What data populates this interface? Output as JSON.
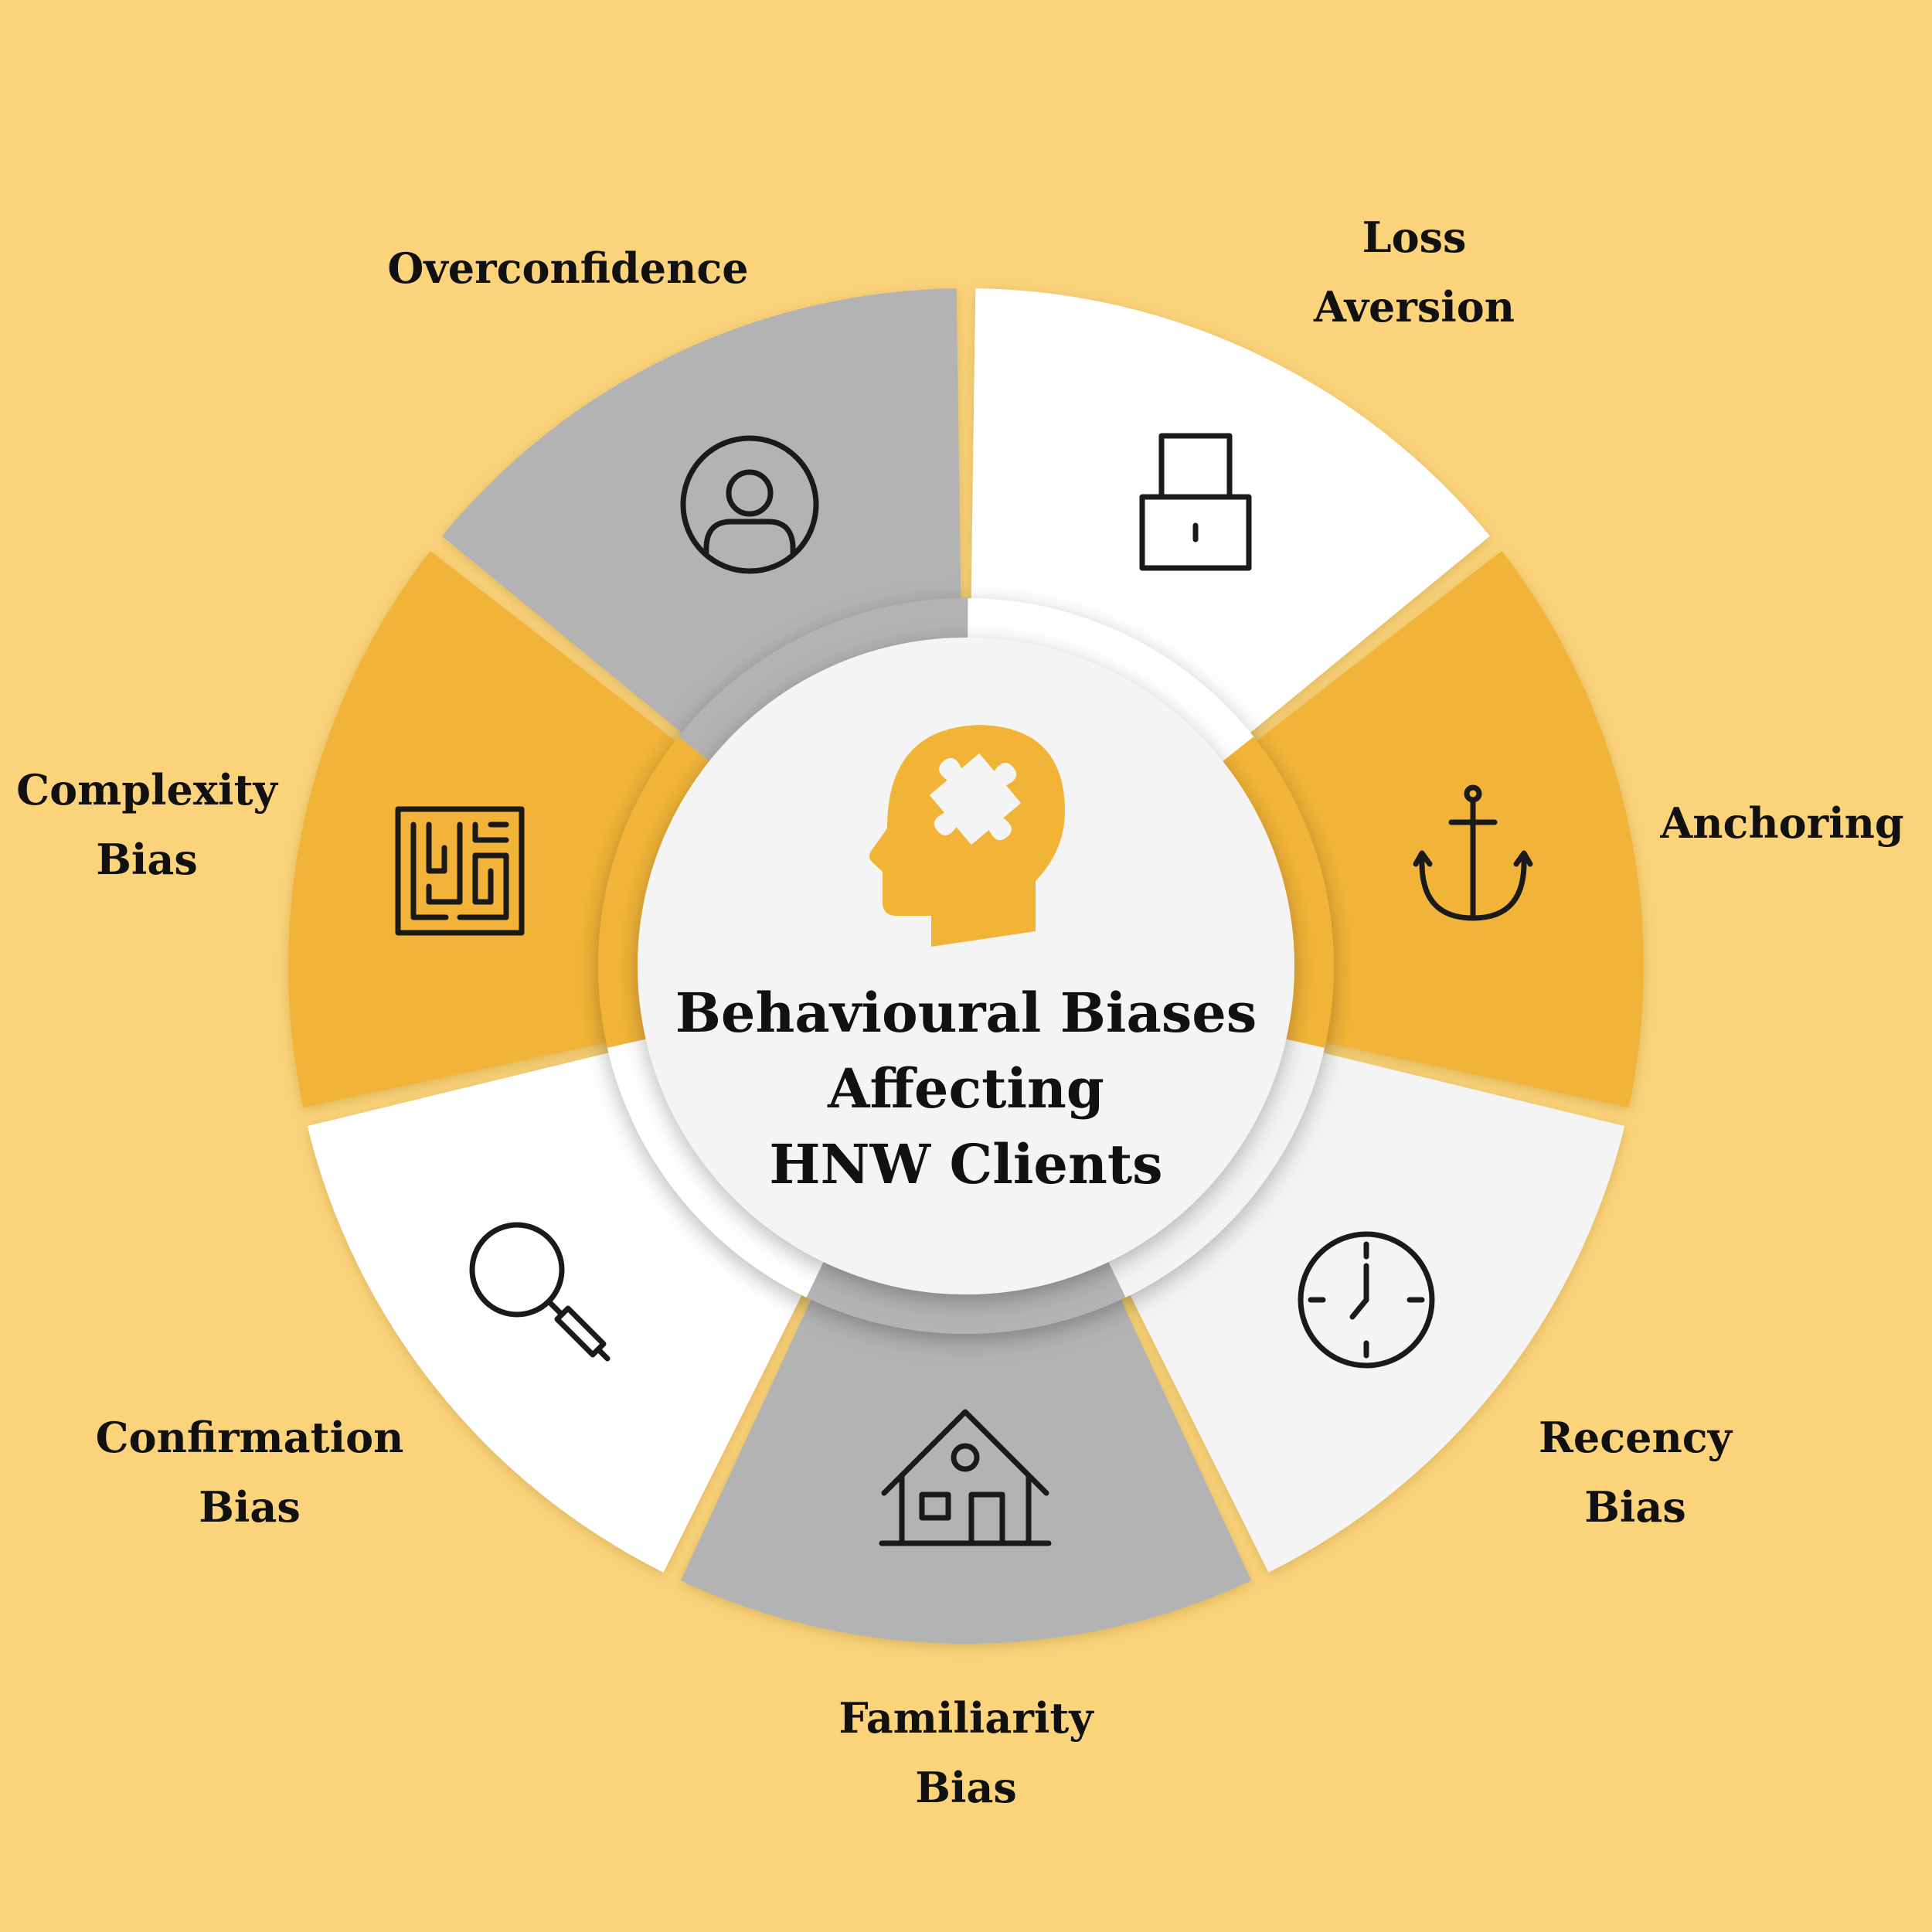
{
  "title": {
    "line1": "Behavioural Biases",
    "line2": "Affecting",
    "line3": "HNW Clients"
  },
  "colors": {
    "background": "#fbd37b",
    "accent": "#f2b437",
    "grey": "#b3b3b3",
    "white": "#ffffff",
    "light_grey": "#f4f4f4",
    "icon_stroke": "#1a1a1a"
  },
  "segments": [
    {
      "label_line1": "Loss",
      "label_line2": "Aversion",
      "icon": "padlock-icon",
      "fill": "#ffffff"
    },
    {
      "label_line1": "Anchoring",
      "label_line2": "",
      "icon": "anchor-icon",
      "fill": "#f2b437"
    },
    {
      "label_line1": "Recency",
      "label_line2": "Bias",
      "icon": "clock-icon",
      "fill": "#f4f4f4"
    },
    {
      "label_line1": "Familiarity",
      "label_line2": "Bias",
      "icon": "house-icon",
      "fill": "#b3b3b3"
    },
    {
      "label_line1": "Confirmation",
      "label_line2": "Bias",
      "icon": "magnifier-icon",
      "fill": "#ffffff"
    },
    {
      "label_line1": "Complexity",
      "label_line2": "Bias",
      "icon": "maze-icon",
      "fill": "#f2b437"
    },
    {
      "label_line1": "Overconfidence",
      "label_line2": "",
      "icon": "user-icon",
      "fill": "#b3b3b3"
    }
  ],
  "center_icon": "head-puzzle-icon"
}
